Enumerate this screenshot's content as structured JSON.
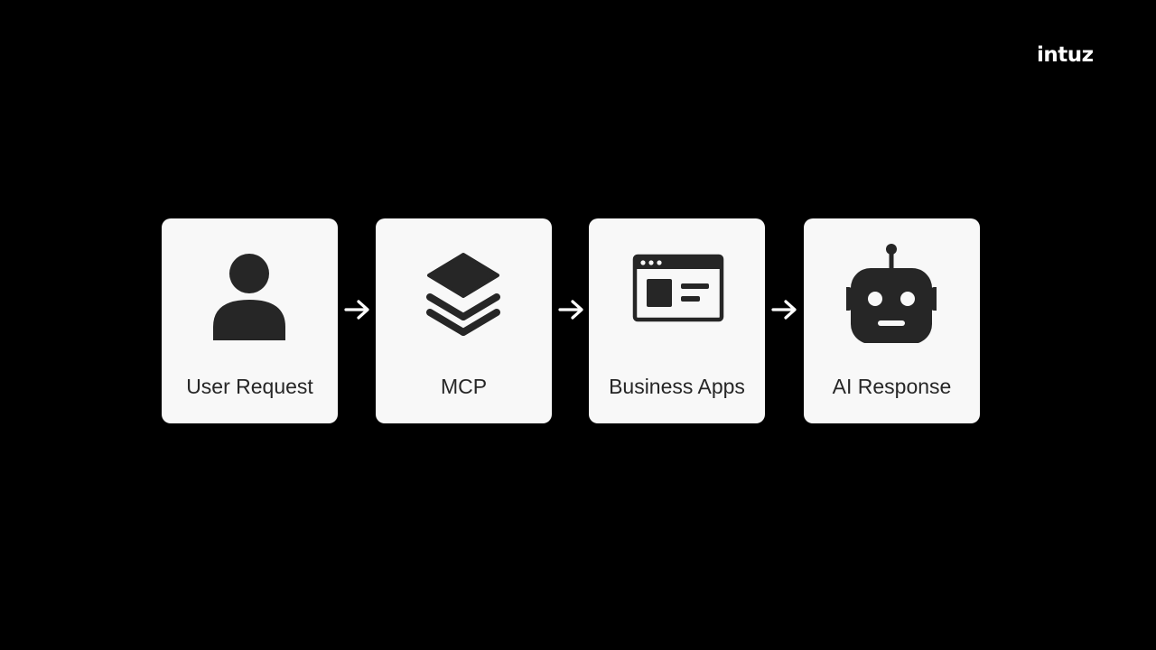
{
  "brand": {
    "logo_text": "intuz"
  },
  "steps": [
    {
      "label": "User Request",
      "icon": "user-icon"
    },
    {
      "label": "MCP",
      "icon": "layers-icon"
    },
    {
      "label": "Business Apps",
      "icon": "app-window-icon"
    },
    {
      "label": "AI Response",
      "icon": "robot-icon"
    }
  ],
  "colors": {
    "background": "#000000",
    "card": "#f8f8f8",
    "icon": "#262626",
    "arrow": "#ffffff"
  }
}
